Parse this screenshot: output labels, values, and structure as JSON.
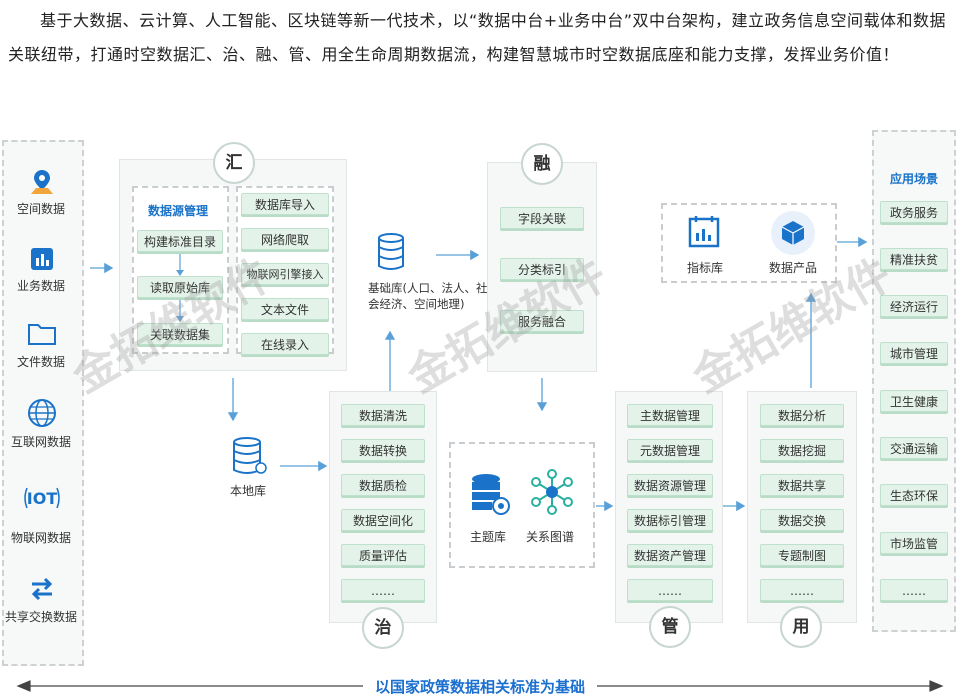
{
  "intro_text": "基于大数据、云计算、人工智能、区块链等新一代技术，以“数据中台+业务中台”双中台架构，建立政务信息空间载体和数据关联纽带，打通时空数据汇、治、融、管、用全生命周期数据流，构建智慧城市时空数据底座和能力支撑，发挥业务价值！",
  "sources": [
    "空间数据",
    "业务数据",
    "文件数据",
    "互联网数据",
    "物联网数据",
    "共享交换数据"
  ],
  "hui": {
    "circle": "汇",
    "mgmt_title": "数据源管理",
    "steps": [
      "构建标准目录",
      "读取原始库",
      "关联数据集"
    ],
    "imports": [
      "数据库导入",
      "网络爬取",
      "物联网引擎接入",
      "文本文件",
      "在线录入"
    ]
  },
  "base_db": "基础库(人口、法人、社会经济、空间地理)",
  "local_db": "本地库",
  "zhi": {
    "circle": "治",
    "items": [
      "数据清洗",
      "数据转换",
      "数据质检",
      "数据空间化",
      "质量评估",
      "……"
    ]
  },
  "rong": {
    "circle": "融",
    "items": [
      "字段关联",
      "分类标引",
      "服务融合"
    ]
  },
  "theme": {
    "db": "主题库",
    "graph": "关系图谱"
  },
  "products": {
    "index": "指标库",
    "data": "数据产品"
  },
  "guan": {
    "circle": "管",
    "items": [
      "主数据管理",
      "元数据管理",
      "数据资源管理",
      "数据标引管理",
      "数据资产管理",
      "……"
    ]
  },
  "yong": {
    "circle": "用",
    "items": [
      "数据分析",
      "数据挖掘",
      "数据共享",
      "数据交换",
      "专题制图",
      "……"
    ]
  },
  "apps": {
    "title": "应用场景",
    "items": [
      "政务服务",
      "精准扶贫",
      "经济运行",
      "城市管理",
      "卫生健康",
      "交通运输",
      "生态环保",
      "市场监管",
      "……"
    ]
  },
  "bottom": "以国家政策数据相关标准为基础",
  "watermark": "金拓维软件",
  "colors": {
    "green": "#e4f3ea",
    "blue": "#1a73c8",
    "teal": "#2ab0a0"
  }
}
